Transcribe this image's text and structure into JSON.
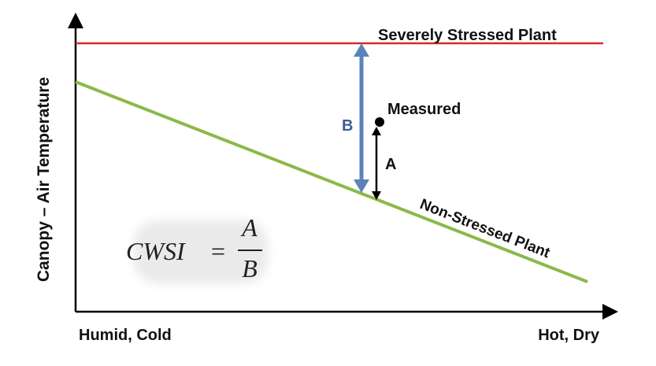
{
  "labels": {
    "severe": "Severely Stressed Plant",
    "nonstressed": "Non-Stressed Plant",
    "measured": "Measured",
    "a": "A",
    "b": "B",
    "y_axis": "Canopy – Air Temperature",
    "x_left": "Humid, Cold",
    "x_right": "Hot, Dry"
  },
  "equation": {
    "lhs": "CWSI",
    "equals": "=",
    "numerator": "A",
    "denominator": "B"
  },
  "colors": {
    "severe_line": "#d42a2a",
    "nonstressed_line": "#8cb848",
    "arrow_b": "#5b83b9",
    "arrow_a": "#000000",
    "axis": "#000000",
    "label_b": "#3b5f91"
  }
}
